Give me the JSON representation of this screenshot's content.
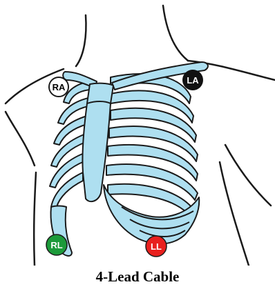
{
  "colors": {
    "bone": "#aedff0",
    "outline": "#1a1a1a",
    "ra_fill": "#ffffff",
    "ra_text": "#000000",
    "la_fill": "#111111",
    "la_text": "#ffffff",
    "rl_fill": "#1c9a3a",
    "rl_text": "#ffffff",
    "ll_fill": "#e8201e",
    "ll_text": "#ffffff"
  },
  "electrodes": {
    "ra": {
      "label": "RA"
    },
    "la": {
      "label": "LA"
    },
    "rl": {
      "label": "RL"
    },
    "ll": {
      "label": "LL"
    }
  },
  "caption": "4-Lead Cable"
}
